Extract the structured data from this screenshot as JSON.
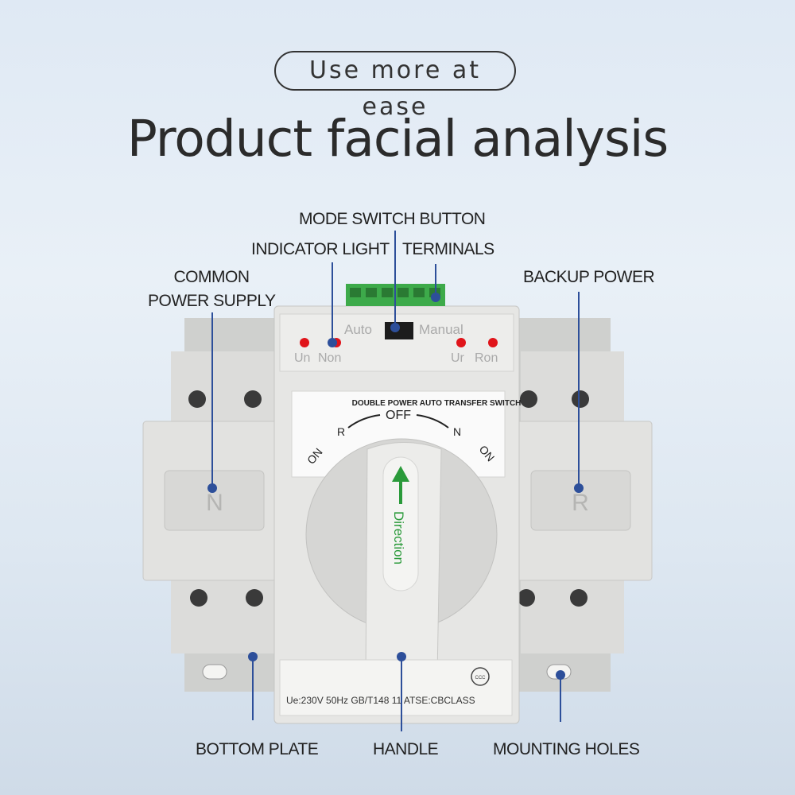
{
  "header": {
    "badge": "Use more at ease",
    "title": "Product facial analysis"
  },
  "labels": {
    "mode_switch": "MODE SWITCH BUTTON",
    "indicator": "INDICATOR LIGHT",
    "terminals": "TERMINALS",
    "common_l1": "COMMON",
    "common_l2": "POWER SUPPLY",
    "backup": "BACKUP POWER",
    "bottom_plate": "BOTTOM PLATE",
    "handle": "HANDLE",
    "mounting": "MOUNTING HOLES"
  },
  "device": {
    "mode_auto": "Auto",
    "mode_manual": "Manual",
    "un": "Un",
    "non": "Non",
    "ur": "Ur",
    "ron": "Ron",
    "panel_title": "DOUBLE POWER AUTO TRANSFER SWITCH",
    "off": "OFF",
    "r": "R",
    "n": "N",
    "on": "ON",
    "handle_text": "Direction",
    "left_letter": "N",
    "right_letter": "R",
    "spec_line": "Ue:230V  50Hz  GB/T148 11 ATSE:CBCLASS",
    "cert_mark": "CCC"
  },
  "colors": {
    "line": "#2d4f9a",
    "body": "#e4e4e2",
    "led": "#e0141a",
    "terminal": "#3daa4a",
    "arrow": "#2a9a3a"
  }
}
